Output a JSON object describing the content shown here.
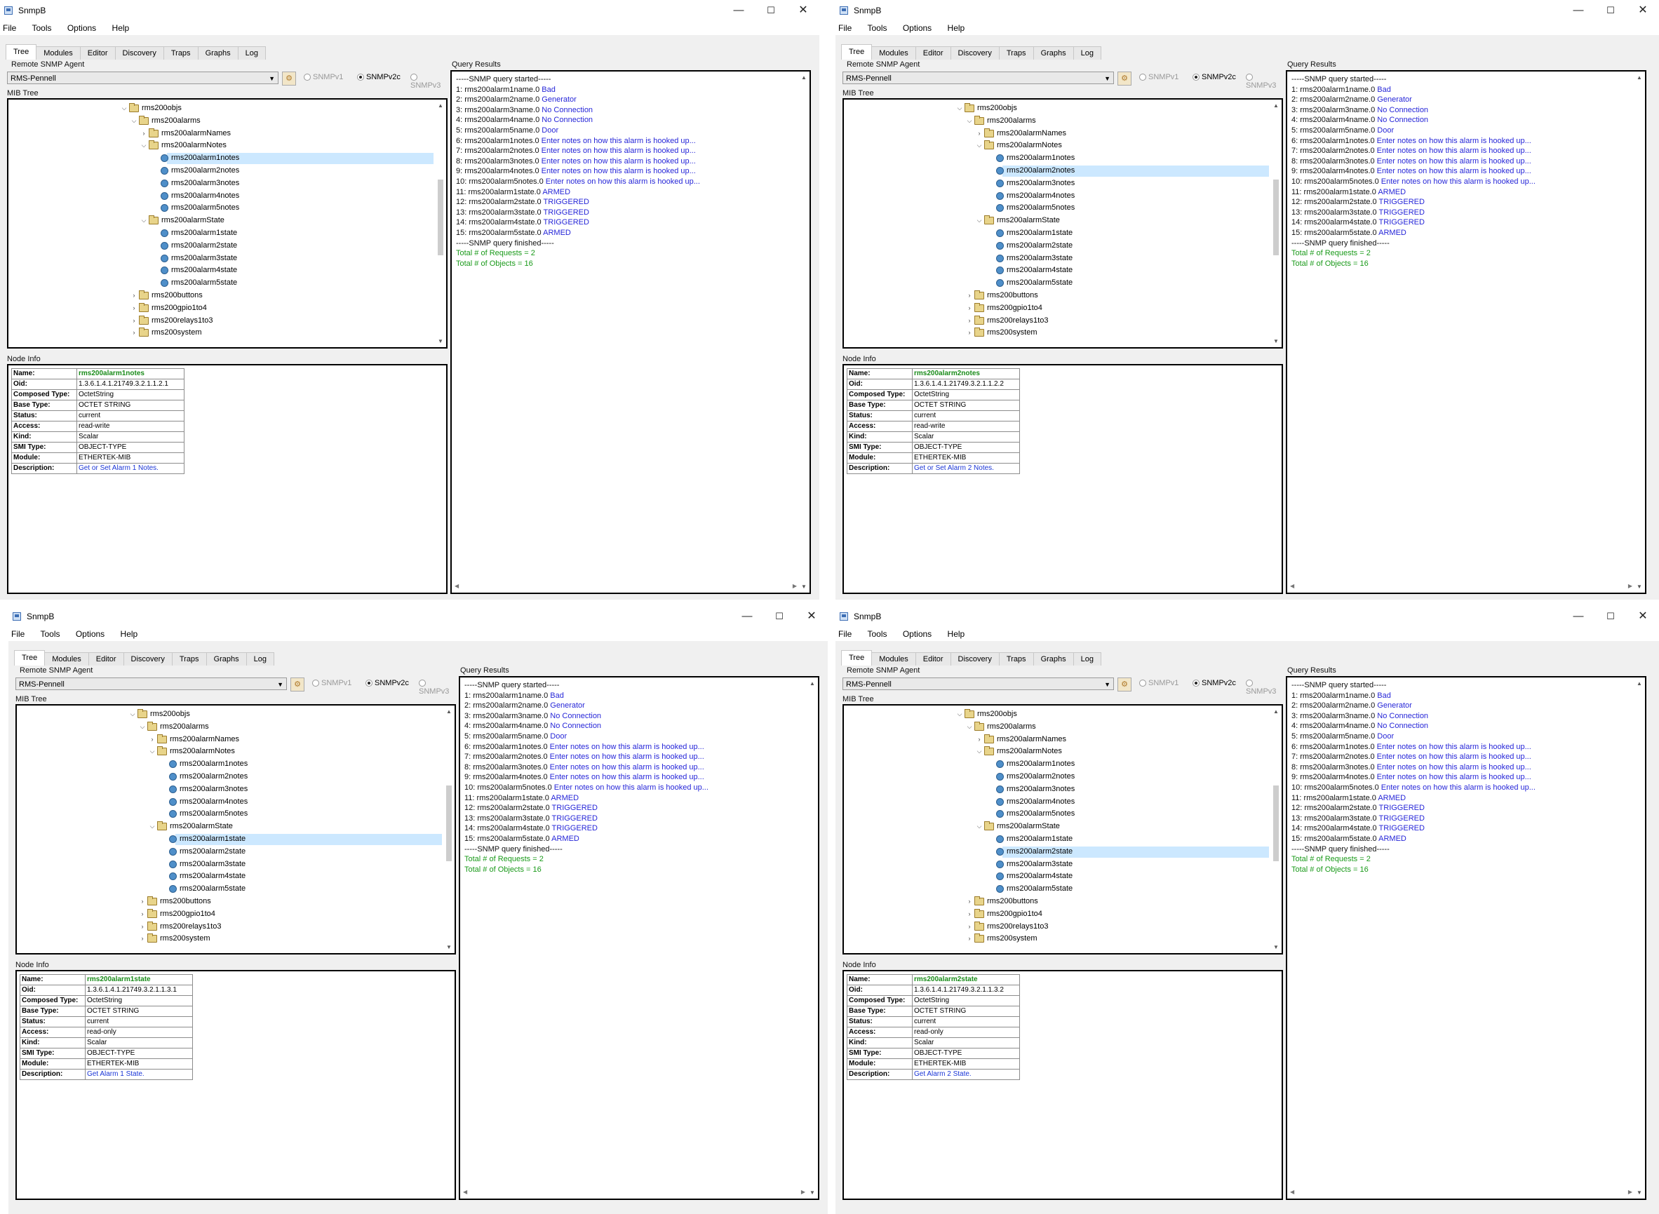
{
  "app": {
    "title": "SnmpB",
    "window_controls": {
      "minimize": "—",
      "maximize": "☐",
      "close": "✕"
    },
    "menu": [
      "File",
      "Tools",
      "Options",
      "Help"
    ],
    "tabs": [
      "Tree",
      "Modules",
      "Editor",
      "Discovery",
      "Traps",
      "Graphs",
      "Log"
    ],
    "active_tab": "Tree",
    "remote_agent_label": "Remote SNMP Agent",
    "agent": "RMS-Pennell",
    "snmp_versions": [
      "SNMPv1",
      "SNMPv2c",
      "SNMPv3"
    ],
    "selected_version": "SNMPv2c",
    "mib_tree_label": "MIB Tree",
    "node_info_label": "Node Info",
    "query_results_label": "Query Results",
    "colors": {
      "selection": "#cce8ff",
      "value_text": "#2626d8",
      "summary_text": "#1a9a1a"
    }
  },
  "tree_items": [
    {
      "label": "rms200objs",
      "level": 0,
      "chevron": "down",
      "icon": "folder"
    },
    {
      "label": "rms200alarms",
      "level": 1,
      "chevron": "down",
      "icon": "folder"
    },
    {
      "label": "rms200alarmNames",
      "level": 2,
      "chevron": "right",
      "icon": "folder"
    },
    {
      "label": "rms200alarmNotes",
      "level": 2,
      "chevron": "down",
      "icon": "folder"
    },
    {
      "label": "rms200alarm1notes",
      "level": 3,
      "chevron": "",
      "icon": "leaf"
    },
    {
      "label": "rms200alarm2notes",
      "level": 3,
      "chevron": "",
      "icon": "leaf"
    },
    {
      "label": "rms200alarm3notes",
      "level": 3,
      "chevron": "",
      "icon": "leaf"
    },
    {
      "label": "rms200alarm4notes",
      "level": 3,
      "chevron": "",
      "icon": "leaf"
    },
    {
      "label": "rms200alarm5notes",
      "level": 3,
      "chevron": "",
      "icon": "leaf"
    },
    {
      "label": "rms200alarmState",
      "level": 2,
      "chevron": "down",
      "icon": "folder"
    },
    {
      "label": "rms200alarm1state",
      "level": 3,
      "chevron": "",
      "icon": "leaf"
    },
    {
      "label": "rms200alarm2state",
      "level": 3,
      "chevron": "",
      "icon": "leaf"
    },
    {
      "label": "rms200alarm3state",
      "level": 3,
      "chevron": "",
      "icon": "leaf"
    },
    {
      "label": "rms200alarm4state",
      "level": 3,
      "chevron": "",
      "icon": "leaf"
    },
    {
      "label": "rms200alarm5state",
      "level": 3,
      "chevron": "",
      "icon": "leaf"
    },
    {
      "label": "rms200buttons",
      "level": 1,
      "chevron": "right",
      "icon": "folder"
    },
    {
      "label": "rms200gpio1to4",
      "level": 1,
      "chevron": "right",
      "icon": "folder"
    },
    {
      "label": "rms200relays1to3",
      "level": 1,
      "chevron": "right",
      "icon": "folder"
    },
    {
      "label": "rms200system",
      "level": 1,
      "chevron": "right",
      "icon": "folder"
    }
  ],
  "query_results": [
    {
      "k": "-----SNMP query started-----",
      "v": "",
      "style": "plain"
    },
    {
      "k": "1: rms200alarm1name.0 ",
      "v": "Bad",
      "style": "kv"
    },
    {
      "k": "2: rms200alarm2name.0 ",
      "v": "Generator",
      "style": "kv"
    },
    {
      "k": "3: rms200alarm3name.0 ",
      "v": "No Connection",
      "style": "kv"
    },
    {
      "k": "4: rms200alarm4name.0 ",
      "v": "No Connection",
      "style": "kv"
    },
    {
      "k": "5: rms200alarm5name.0 ",
      "v": "Door",
      "style": "kv"
    },
    {
      "k": "6: rms200alarm1notes.0 ",
      "v": "Enter notes on how this alarm is hooked up...",
      "style": "kv"
    },
    {
      "k": "7: rms200alarm2notes.0 ",
      "v": "Enter notes on how this alarm is hooked up...",
      "style": "kv"
    },
    {
      "k": "8: rms200alarm3notes.0 ",
      "v": "Enter notes on how this alarm is hooked up...",
      "style": "kv"
    },
    {
      "k": "9: rms200alarm4notes.0 ",
      "v": "Enter notes on how this alarm is hooked up...",
      "style": "kv"
    },
    {
      "k": "10: rms200alarm5notes.0 ",
      "v": "Enter notes on how this alarm is hooked up...",
      "style": "kv"
    },
    {
      "k": "11: rms200alarm1state.0 ",
      "v": "ARMED",
      "style": "kv"
    },
    {
      "k": "12: rms200alarm2state.0 ",
      "v": "TRIGGERED",
      "style": "kv"
    },
    {
      "k": "13: rms200alarm3state.0 ",
      "v": "TRIGGERED",
      "style": "kv"
    },
    {
      "k": "14: rms200alarm4state.0 ",
      "v": "TRIGGERED",
      "style": "kv"
    },
    {
      "k": "15: rms200alarm5state.0 ",
      "v": "ARMED",
      "style": "kv"
    },
    {
      "k": "-----SNMP query finished-----",
      "v": "",
      "style": "plain"
    },
    {
      "k": "Total # of Requests = 2",
      "v": "",
      "style": "summary"
    },
    {
      "k": "Total # of Objects = 16",
      "v": "",
      "style": "summary"
    }
  ],
  "node_info_keys": [
    "Name:",
    "Oid:",
    "Composed Type:",
    "Base Type:",
    "Status:",
    "Access:",
    "Kind:",
    "SMI Type:",
    "Module:",
    "Description:"
  ],
  "windows": [
    {
      "selected_items": [
        4
      ],
      "node_info": {
        "name": "rms200alarm1notes",
        "oid": "1.3.6.1.4.1.21749.3.2.1.1.2.1",
        "composed_type": "OctetString",
        "base_type": "OCTET STRING",
        "status": "current",
        "access": "read-write",
        "kind": "Scalar",
        "smi_type": "OBJECT-TYPE",
        "module": "ETHERTEK-MIB",
        "description": "Get or Set Alarm 1 Notes."
      }
    },
    {
      "selected_items": [
        5
      ],
      "node_info": {
        "name": "rms200alarm2notes",
        "oid": "1.3.6.1.4.1.21749.3.2.1.1.2.2",
        "composed_type": "OctetString",
        "base_type": "OCTET STRING",
        "status": "current",
        "access": "read-write",
        "kind": "Scalar",
        "smi_type": "OBJECT-TYPE",
        "module": "ETHERTEK-MIB",
        "description": "Get or Set Alarm 2 Notes."
      }
    },
    {
      "selected_items": [
        10
      ],
      "node_info": {
        "name": "rms200alarm1state",
        "oid": "1.3.6.1.4.1.21749.3.2.1.1.3.1",
        "composed_type": "OctetString",
        "base_type": "OCTET STRING",
        "status": "current",
        "access": "read-only",
        "kind": "Scalar",
        "smi_type": "OBJECT-TYPE",
        "module": "ETHERTEK-MIB",
        "description": "Get Alarm 1 State."
      }
    },
    {
      "selected_items": [
        11
      ],
      "node_info": {
        "name": "rms200alarm2state",
        "oid": "1.3.6.1.4.1.21749.3.2.1.1.3.2",
        "composed_type": "OctetString",
        "base_type": "OCTET STRING",
        "status": "current",
        "access": "read-only",
        "kind": "Scalar",
        "smi_type": "OBJECT-TYPE",
        "module": "ETHERTEK-MIB",
        "description": "Get Alarm 2 State."
      }
    }
  ]
}
